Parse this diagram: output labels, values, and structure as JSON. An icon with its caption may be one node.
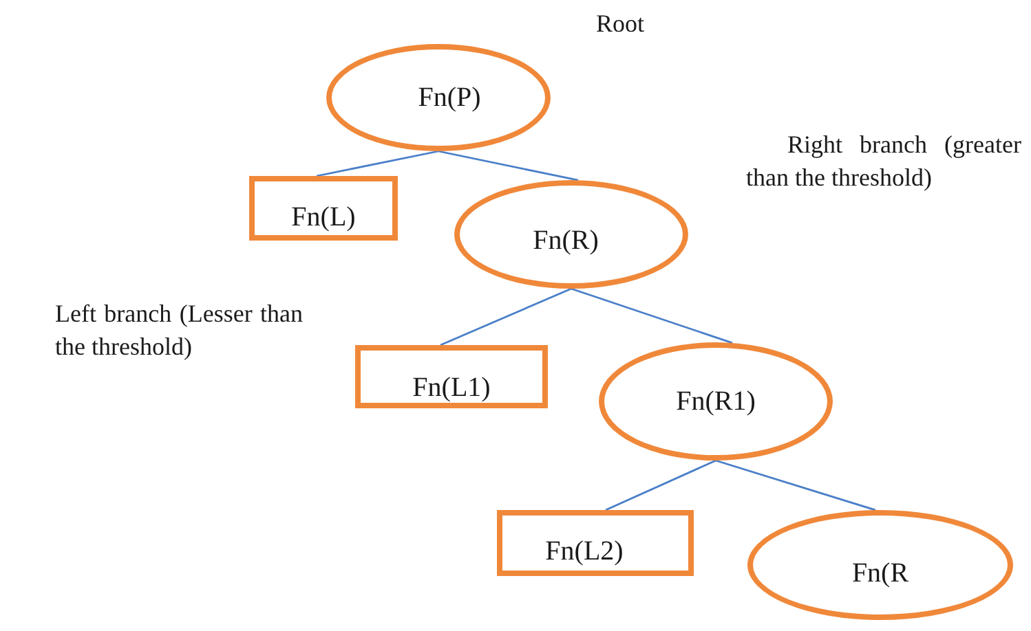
{
  "diagram": {
    "nodes": [
      {
        "text": [
          "Fn(P)"
        ]
      },
      {
        "text": [
          "Fn(L)"
        ]
      },
      {
        "text": [
          "Fn(R)"
        ]
      },
      {
        "text": [
          "Fn(L1)"
        ]
      },
      {
        "text": [
          "Fn(R1)"
        ]
      },
      {
        "text": [
          "Fn(L2)"
        ]
      },
      {
        "text": [
          "Fn(R"
        ]
      }
    ],
    "edges": [
      {
        "from": 0,
        "to": 1,
        "arrow": "none"
      },
      {
        "from": 0,
        "to": 2,
        "arrow": "none"
      },
      {
        "from": 2,
        "to": 3,
        "arrow": "none"
      },
      {
        "from": 2,
        "to": 4,
        "arrow": "none"
      },
      {
        "from": 4,
        "to": 5,
        "arrow": "none"
      },
      {
        "from": 4,
        "to": 6,
        "arrow": "none"
      }
    ],
    "labels": [
      "Root",
      "Right branch (greater than the threshold)",
      "Left branch (Lesser than the threshold)"
    ]
  }
}
